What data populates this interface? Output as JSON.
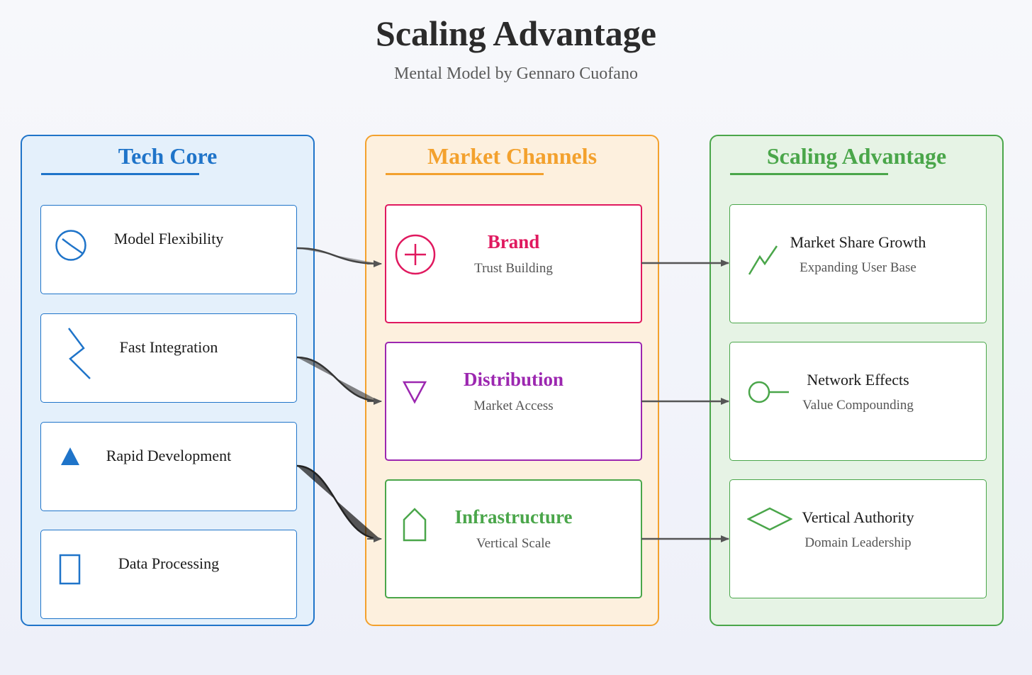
{
  "title": "Scaling Advantage",
  "subtitle": "Mental Model by Gennaro Cuofano",
  "columns": {
    "tech": {
      "header": "Tech Core",
      "color": "#1f74c9",
      "items": [
        {
          "label": "Model Flexibility",
          "icon": "clock-icon"
        },
        {
          "label": "Fast Integration",
          "icon": "zigzag-icon"
        },
        {
          "label": "Rapid Development",
          "icon": "triangle-icon"
        },
        {
          "label": "Data Processing",
          "icon": "rectangle-icon"
        }
      ]
    },
    "market": {
      "header": "Market Channels",
      "color": "#f3a12d",
      "items": [
        {
          "title": "Brand",
          "subtitle": "Trust Building",
          "color": "#e0195f",
          "icon": "plus-circle-icon"
        },
        {
          "title": "Distribution",
          "subtitle": "Market Access",
          "color": "#9c27b0",
          "icon": "down-triangle-icon"
        },
        {
          "title": "Infrastructure",
          "subtitle": "Vertical Scale",
          "color": "#4aa64a",
          "icon": "house-icon"
        }
      ]
    },
    "scale": {
      "header": "Scaling Advantage",
      "color": "#4aa64a",
      "items": [
        {
          "title": "Market Share Growth",
          "subtitle": "Expanding User Base",
          "icon": "trend-line-icon"
        },
        {
          "title": "Network Effects",
          "subtitle": "Value Compounding",
          "icon": "node-link-icon"
        },
        {
          "title": "Vertical Authority",
          "subtitle": "Domain Leadership",
          "icon": "diamond-icon"
        }
      ]
    }
  }
}
